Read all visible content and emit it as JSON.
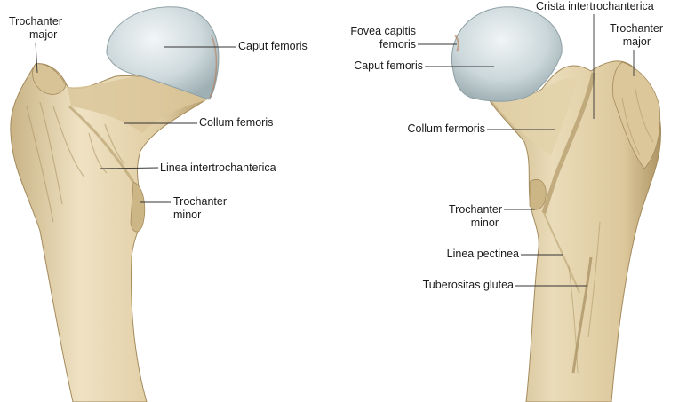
{
  "labels": {
    "left": {
      "trochanter_major": {
        "line1": "Trochanter",
        "line2": "major"
      },
      "caput_femoris": "Caput femoris",
      "collum_femoris": "Collum femoris",
      "linea_intertrochanterica": "Linea intertrochanterica",
      "trochanter_minor": {
        "line1": "Trochanter",
        "line2": "minor"
      }
    },
    "right": {
      "fovea_capitis": {
        "line1": "Fovea capitis",
        "line2": "femoris"
      },
      "caput_femoris": "Caput femoris",
      "crista_intertrochanterica": "Crista intertrochanterica",
      "trochanter_major": {
        "line1": "Trochanter",
        "line2": "major"
      },
      "collum_fermoris": "Collum fermoris",
      "trochanter_minor": {
        "line1": "Trochanter",
        "line2": "minor"
      },
      "linea_pectinea": "Linea pectinea",
      "tuberositas_glutea": "Tuberositas glutea"
    }
  },
  "colors": {
    "bone": "#e6d6b0",
    "bone_shadow": "#c7b184",
    "bone_dark": "#a48b5c",
    "cartilage": "#cfdadd",
    "cartilage_highlight": "#eef3f4",
    "leader_line": "#333333",
    "text": "#1a1a1a"
  }
}
